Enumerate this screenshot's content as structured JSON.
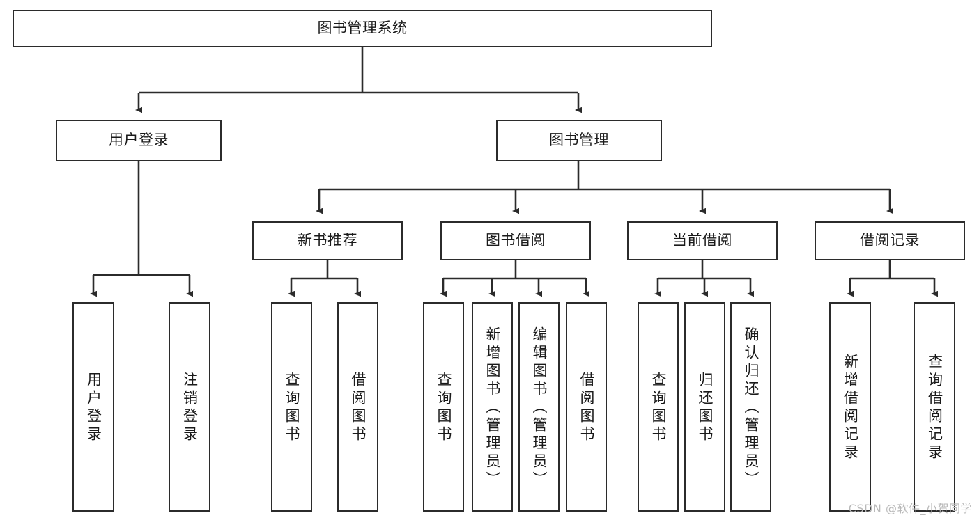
{
  "diagram": {
    "title": "图书管理系统",
    "type": "tree-hierarchy",
    "root": {
      "id": "root",
      "label": "图书管理系统"
    },
    "level2": [
      {
        "id": "user-login",
        "label": "用户登录"
      },
      {
        "id": "book-management",
        "label": "图书管理"
      }
    ],
    "level3": [
      {
        "id": "new-book-recommend",
        "label": "新书推荐"
      },
      {
        "id": "book-borrow",
        "label": "图书借阅"
      },
      {
        "id": "current-borrow",
        "label": "当前借阅"
      },
      {
        "id": "borrow-record",
        "label": "借阅记录"
      }
    ],
    "leaves": {
      "user_login": [
        {
          "id": "leaf-user-login",
          "label": "用户登录"
        },
        {
          "id": "leaf-logout",
          "label": "注销登录"
        }
      ],
      "new_book_recommend": [
        {
          "id": "leaf-query-book-1",
          "label": "查询图书"
        },
        {
          "id": "leaf-borrow-book-1",
          "label": "借阅图书"
        }
      ],
      "book_borrow": [
        {
          "id": "leaf-query-book-2",
          "label": "查询图书"
        },
        {
          "id": "leaf-add-book",
          "label": "新增图书（管理员）"
        },
        {
          "id": "leaf-edit-book",
          "label": "编辑图书（管理员）"
        },
        {
          "id": "leaf-borrow-book-2",
          "label": "借阅图书"
        }
      ],
      "current_borrow": [
        {
          "id": "leaf-query-book-3",
          "label": "查询图书"
        },
        {
          "id": "leaf-return-book",
          "label": "归还图书"
        },
        {
          "id": "leaf-confirm-return",
          "label": "确认归还（管理员）"
        }
      ],
      "borrow_record": [
        {
          "id": "leaf-add-record",
          "label": "新增借阅记录"
        },
        {
          "id": "leaf-query-record",
          "label": "查询借阅记录"
        }
      ]
    }
  },
  "watermark": {
    "text": "CSDN @软件_小贺同学"
  },
  "colors": {
    "stroke": "#2b2b2b",
    "background": "#ffffff",
    "text": "#1a1a1a",
    "watermark": "#b9b9b9"
  }
}
